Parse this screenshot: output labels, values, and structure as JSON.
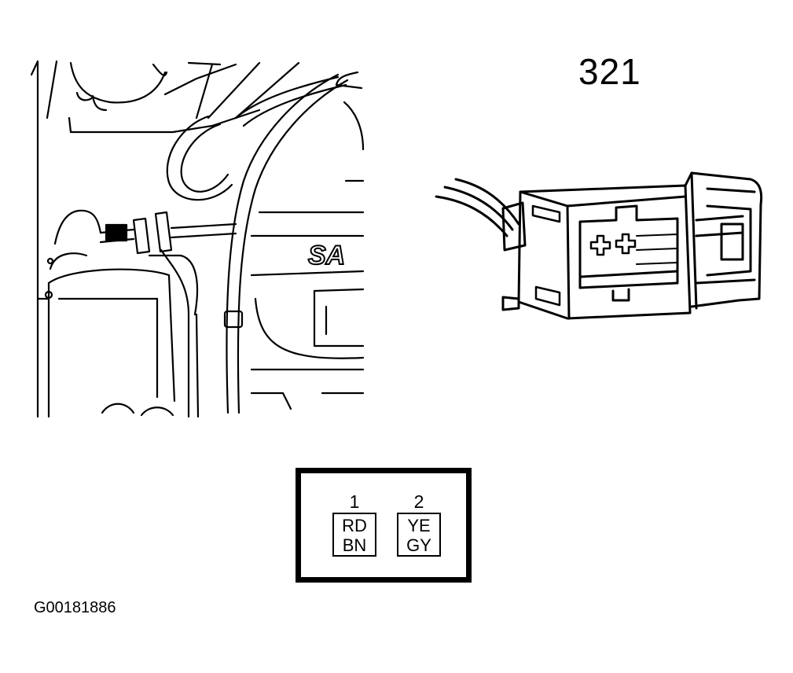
{
  "component_number": "321",
  "figure_id": "G00181886",
  "connector": {
    "pins": [
      {
        "number": "1",
        "wire_color_1": "RD",
        "wire_color_2": "BN"
      },
      {
        "number": "2",
        "wire_color_1": "YE",
        "wire_color_2": "GY"
      }
    ]
  },
  "engine_bay_view": {
    "badge_text": "SA"
  },
  "colors": {
    "ink": "#000000",
    "background": "#ffffff"
  }
}
